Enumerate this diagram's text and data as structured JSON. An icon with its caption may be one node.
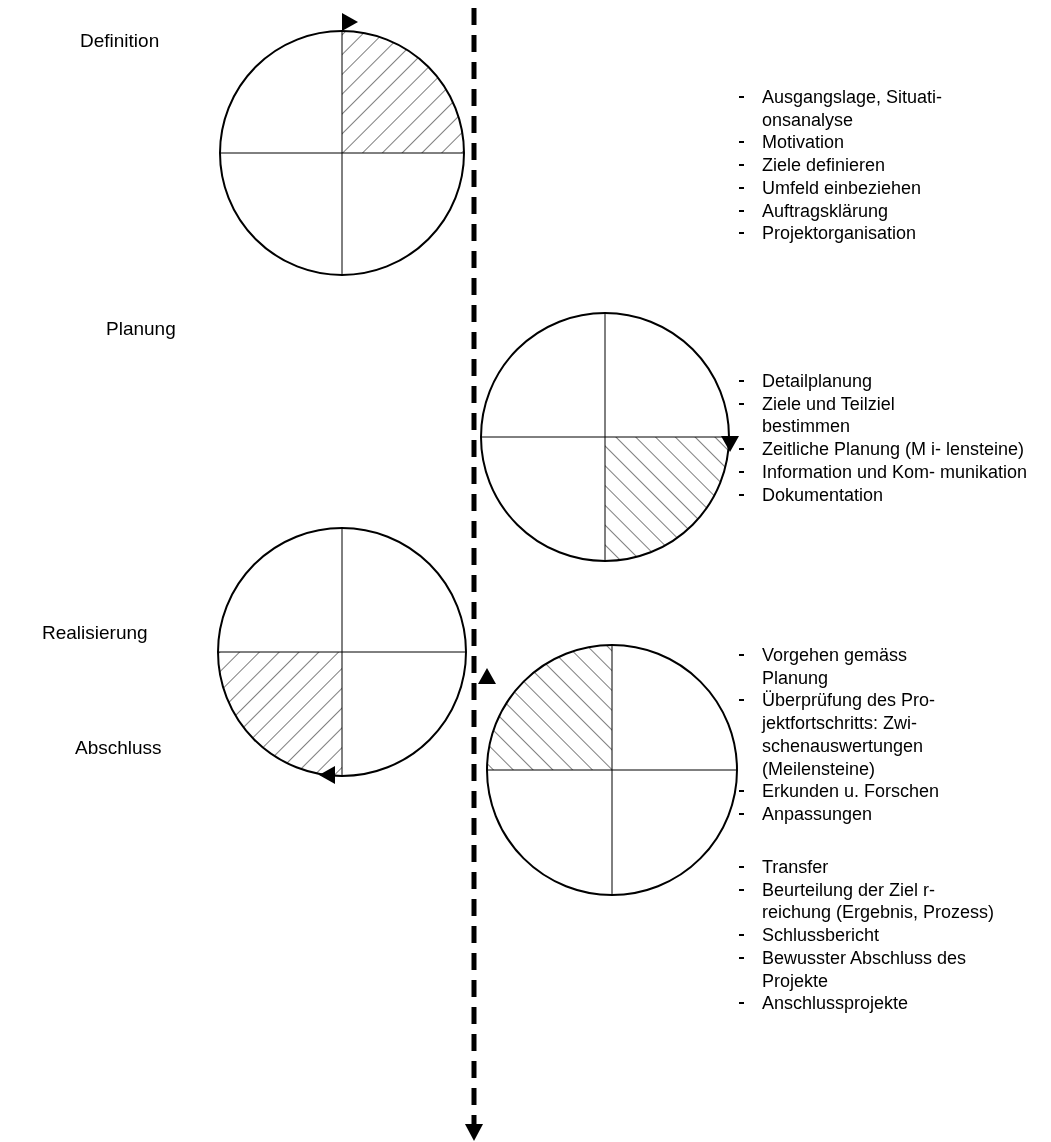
{
  "diagram": {
    "labels": [
      "Definition",
      "Ausgangslage, Situati- onsanalyse",
      "Motivation",
      "Ziele definieren",
      "Umfeld einbeziehen",
      "Auftragsklärung",
      "Projektorganisation",
      "Planung",
      "Detailplanung",
      "Ziele und Teilziel bestimmen",
      "Zeitliche Planung (M i- lensteine)",
      "Information und Kom- munikation",
      "Dokumentation",
      "Realisierung",
      "Vorgehen gemäss Planung",
      "Überprüfung des Pro- jektfortschritts: Zwi- schenauswertungen (Meilensteine)",
      "Erkunden u. Forschen",
      "Anpassungen",
      "Abschluss",
      "Transfer",
      "Beurteilung der Ziel r- reichung (Ergebnis, Prozess)",
      "Schlussbericht",
      "Bewusster Abschluss des Projekte",
      "Anschlussprojekte"
    ]
  }
}
